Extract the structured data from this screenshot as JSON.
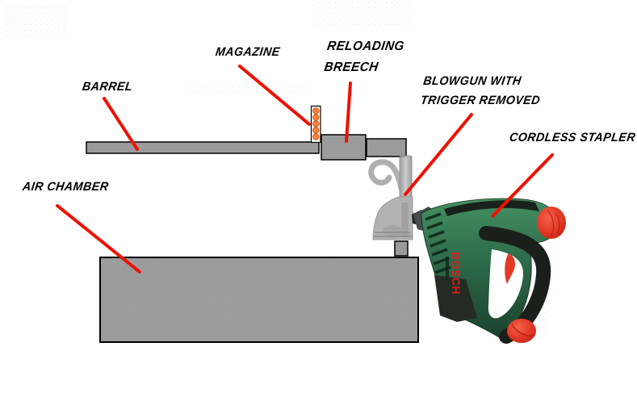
{
  "labels": {
    "barrel": "BARREL",
    "magazine": "MAGAZINE",
    "reloading_breech_line1": "RELOADING",
    "reloading_breech_line2": "BREECH",
    "blowgun_line1": "BLOWGUN WITH",
    "blowgun_line2": "TRIGGER REMOVED",
    "cordless_stapler": "CORDLESS STAPLER",
    "air_chamber": "AIR CHAMBER"
  },
  "stapler": {
    "brand": "BOSCH"
  },
  "colors": {
    "annotation_line": "#ee1100",
    "part_fill_light": "#b4b4b4",
    "part_fill_dark": "#838383",
    "pellet_orange": "#f6813c",
    "stapler_green_dark": "#1f4a33",
    "stapler_green_light": "#3f8a5f",
    "stapler_red": "#e03423",
    "label_text": "#000000",
    "background": "#ffffff"
  }
}
